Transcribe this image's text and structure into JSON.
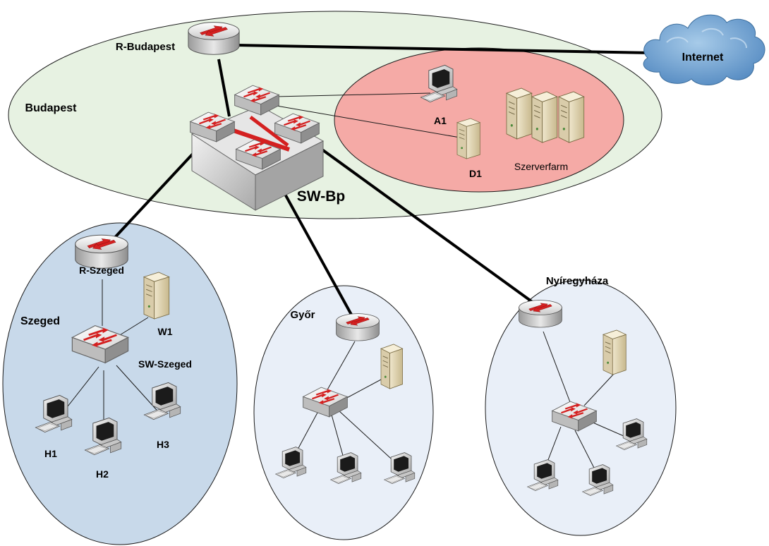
{
  "regions": {
    "budapest": "Budapest",
    "szerverfarm": "Szerverfarm",
    "szeged": "Szeged",
    "gyor": "Győr",
    "nyiregyhaza": "Nyíregyháza"
  },
  "devices": {
    "r_budapest": "R-Budapest",
    "internet": "Internet",
    "sw_bp": "SW-Bp",
    "a1": "A1",
    "d1": "D1",
    "r_szeged": "R-Szeged",
    "w1": "W1",
    "sw_szeged": "SW-Szeged",
    "h1": "H1",
    "h2": "H2",
    "h3": "H3"
  },
  "colors": {
    "budapest_fill": "#e7f2e2",
    "szerverfarm_fill": "#f5aaa6",
    "szeged_fill": "#c8d9ea",
    "site_fill": "#e9eff8",
    "arrow_red": "#d42020",
    "cloud_blue": "#6aa3d4"
  },
  "icons": [
    "router-icon",
    "switch-icon",
    "core-switch-icon",
    "pc-icon",
    "server-icon",
    "cloud-icon"
  ]
}
